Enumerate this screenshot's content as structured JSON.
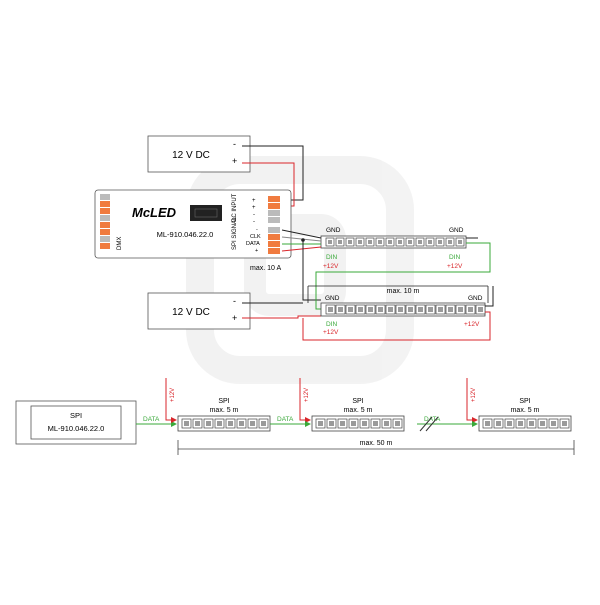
{
  "psu_top": {
    "label": "12 V DC",
    "minus": "-",
    "plus": "+"
  },
  "psu_mid": {
    "label": "12 V DC",
    "minus": "-",
    "plus": "+"
  },
  "controller": {
    "brand": "McLED",
    "model": "ML-910.046.22.0",
    "dmx_label": "DMX",
    "dc_input_label": "DC INPUT",
    "dc_pins": [
      "+",
      "+",
      "-",
      "-"
    ],
    "spi_signal_label": "SPI SIGNAL",
    "signal_pins": [
      "-",
      "CLK",
      "DATA",
      "+"
    ],
    "max_current": "max. 10 A"
  },
  "strip_one": {
    "gnd_left": "GND",
    "gnd_right": "GND",
    "din_left": "DIN",
    "v_left": "+12V",
    "din_right": "DIN",
    "v_right": "+12V"
  },
  "strip_two": {
    "span": "max. 10 m",
    "gnd_left": "GND",
    "gnd_right": "GND",
    "din_left": "DIN",
    "v_left": "+12V",
    "v_right": "+12V"
  },
  "bottom": {
    "box_title": "SPI",
    "box_model": "ML-910.046.22.0",
    "data_label": "DATA",
    "plus12": "+12V",
    "segment_title": "SPI",
    "segment_length": "max. 5 m",
    "total_length": "max. 50 m"
  },
  "colors": {
    "power": "#d9262b",
    "data": "#3aa93a",
    "pin": "#f07b3f",
    "line": "#222222"
  }
}
